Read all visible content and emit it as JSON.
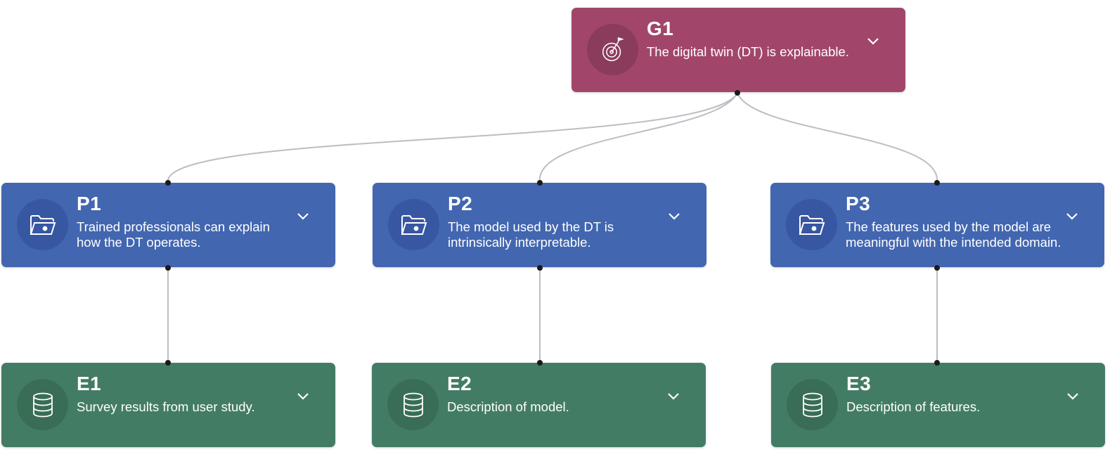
{
  "colors": {
    "goal": "#a1466a",
    "strategy": "#4266b0",
    "evidence": "#437c64",
    "edge": "#bdbdc4",
    "port": "#1a1a1a"
  },
  "nodes": {
    "g1": {
      "id": "G1",
      "text": "The digital twin (DT) is explainable.",
      "icon": "target-flag-icon"
    },
    "p1": {
      "id": "P1",
      "text": "Trained professionals can explain how the DT operates.",
      "icon": "folder-icon"
    },
    "p2": {
      "id": "P2",
      "text": "The model used by the DT is intrinsically interpretable.",
      "icon": "folder-icon"
    },
    "p3": {
      "id": "P3",
      "text": "The features used by the model are meaningful with the intended domain.",
      "icon": "folder-icon"
    },
    "e1": {
      "id": "E1",
      "text": "Survey results from user study.",
      "icon": "database-icon"
    },
    "e2": {
      "id": "E2",
      "text": "Description of model.",
      "icon": "database-icon"
    },
    "e3": {
      "id": "E3",
      "text": "Description of features.",
      "icon": "database-icon"
    }
  },
  "edges": [
    {
      "from": "G1",
      "to": "P1"
    },
    {
      "from": "G1",
      "to": "P2"
    },
    {
      "from": "G1",
      "to": "P3"
    },
    {
      "from": "P1",
      "to": "E1"
    },
    {
      "from": "P2",
      "to": "E2"
    },
    {
      "from": "P3",
      "to": "E3"
    }
  ]
}
